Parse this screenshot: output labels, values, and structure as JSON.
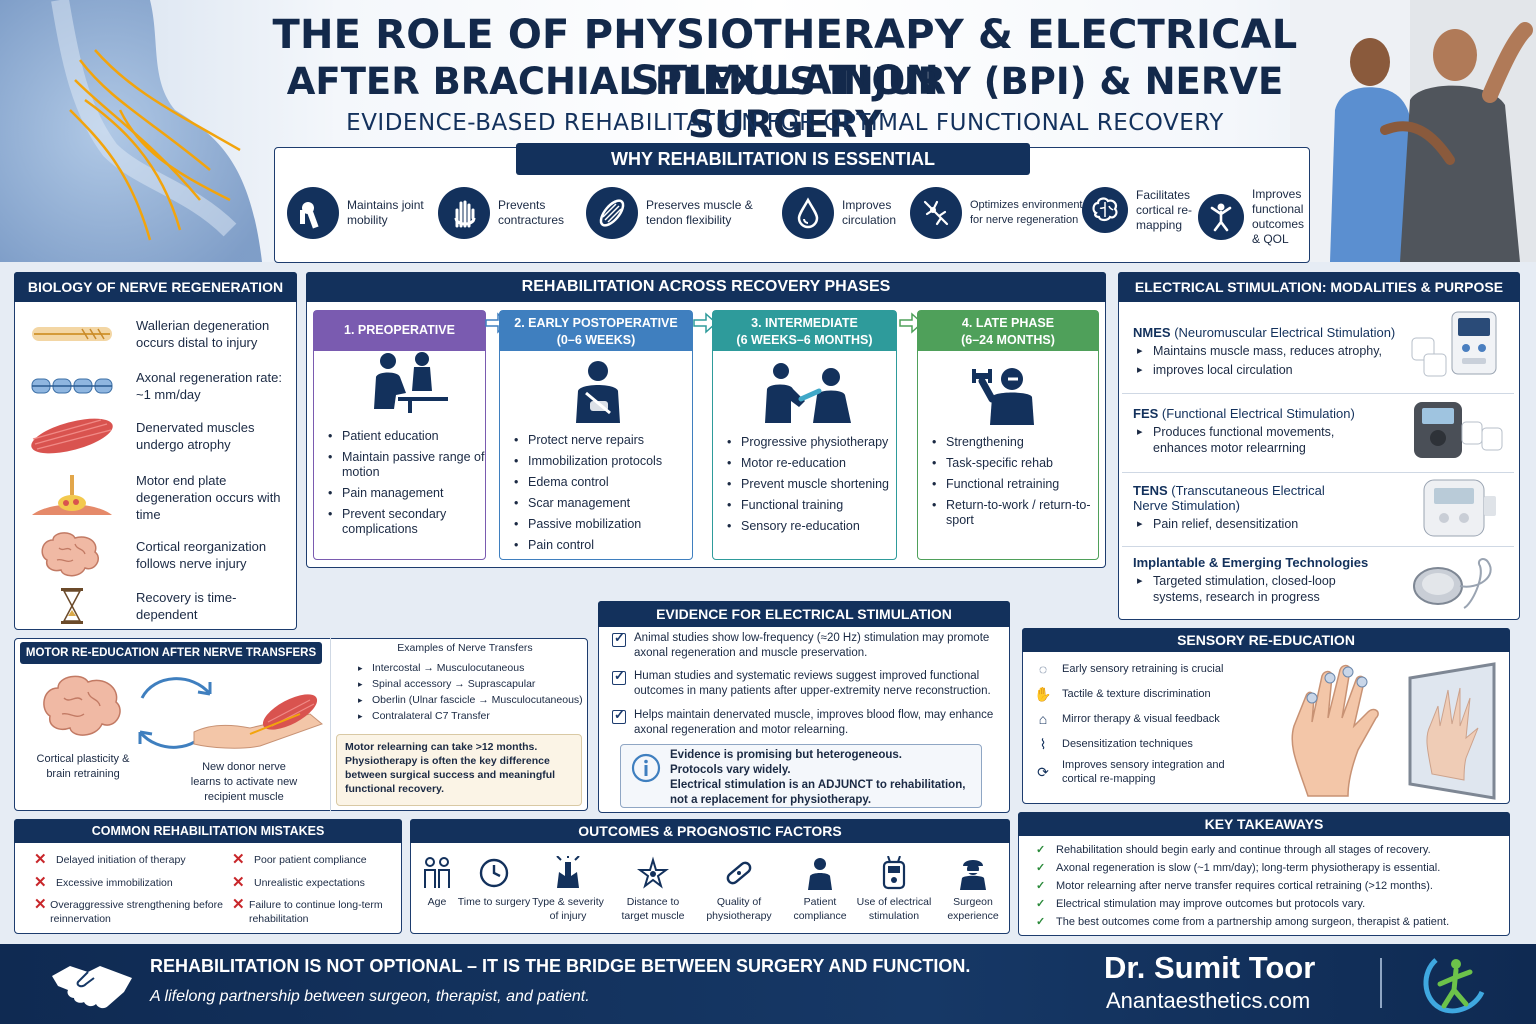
{
  "header": {
    "title_line1": "THE ROLE OF PHYSIOTHERAPY & ELECTRICAL STIMULATION",
    "title_line2": "AFTER BRACHIAL PLEXUS INJURY (BPI) & NERVE SURGERY",
    "subtitle": "EVIDENCE-BASED REHABILITATION FOR OPTIMAL FUNCTIONAL RECOVERY"
  },
  "why": {
    "title": "WHY REHABILITATION IS ESSENTIAL",
    "items": [
      {
        "icon": "joint-icon",
        "label": "Maintains joint mobility"
      },
      {
        "icon": "hand-icon",
        "label": "Prevents contractures"
      },
      {
        "icon": "muscle-icon",
        "label": "Preserves muscle & tendon flexibility"
      },
      {
        "icon": "drop-icon",
        "label": "Improves circulation"
      },
      {
        "icon": "neuron-icon",
        "label": "Optimizes environment for nerve regeneration"
      },
      {
        "icon": "brain-icon",
        "label": "Facilitates cortical re-mapping"
      },
      {
        "icon": "person-icon",
        "label": "Improves functional outcomes & QOL"
      }
    ]
  },
  "biology": {
    "title": "BIOLOGY OF NERVE REGENERATION",
    "items": [
      "Wallerian degeneration occurs distal to injury",
      "Axonal regeneration rate: ~1 mm/day",
      "Denervated muscles undergo atrophy",
      "Motor end plate degeneration occurs with time",
      "Cortical reorganization follows nerve injury",
      "Recovery is time-dependent"
    ]
  },
  "phases": {
    "title": "REHABILITATION ACROSS RECOVERY PHASES",
    "items": [
      {
        "label": "1. PREOPERATIVE",
        "sub": "",
        "color": "#7a5bb0",
        "bullets": [
          "Patient education",
          "Maintain passive range of motion",
          "Pain management",
          "Prevent secondary complications"
        ]
      },
      {
        "label": "2. EARLY POSTOPERATIVE",
        "sub": "(0–6 WEEKS)",
        "color": "#3f7fbf",
        "bullets": [
          "Protect nerve repairs",
          "Immobilization protocols",
          "Edema control",
          "Scar management",
          "Passive mobilization",
          "Pain control"
        ]
      },
      {
        "label": "3. INTERMEDIATE",
        "sub": "(6 WEEKS–6 MONTHS)",
        "color": "#2e9b9b",
        "bullets": [
          "Progressive physiotherapy",
          "Motor re-education",
          "Prevent muscle shortening",
          "Functional training",
          "Sensory re-education"
        ]
      },
      {
        "label": "4. LATE PHASE",
        "sub": "(6–24 MONTHS)",
        "color": "#4fa05a",
        "bullets": [
          "Strengthening",
          "Task-specific rehab",
          "Functional retraining",
          "Return-to-work / return-to-sport"
        ]
      }
    ]
  },
  "estim": {
    "title": "ELECTRICAL STIMULATION: MODALITIES & PURPOSE",
    "items": [
      {
        "name": "NMES",
        "full": "(Neuromuscular Electrical Stimulation)",
        "bullets": [
          "Maintains muscle mass, reduces atrophy,",
          "improves local circulation"
        ]
      },
      {
        "name": "FES",
        "full": "(Functional Electrical Stimulation)",
        "bullets": [
          "Produces functional movements, enhances motor relearrning"
        ]
      },
      {
        "name": "TENS",
        "full": "(Transcutaneous Electrical Nerve Stimulation)",
        "bullets": [
          "Pain relief, desensitization"
        ]
      },
      {
        "name": "Implantable & Emerging Technologies",
        "full": "",
        "bullets": [
          "Targeted stimulation, closed-loop systems, research in progress"
        ]
      }
    ]
  },
  "motor": {
    "title": "MOTOR RE-EDUCATION AFTER NERVE TRANSFERS",
    "left_caption": "Cortical plasticity & brain retraining",
    "right_caption": "New donor nerve learns to activate new recipient muscle",
    "examples_title": "Examples of Nerve Transfers",
    "examples": [
      "Intercostal → Musculocutaneous",
      "Spinal accessory → Suprascapular",
      "Oberlin (Ulnar fascicle → Musculocutaneous)",
      "Contralateral C7 Transfer"
    ],
    "note": "Motor relearning can take >12 months. Physiotherapy is often the key difference between surgical success and meaningful functional recovery."
  },
  "evidence": {
    "title": "EVIDENCE FOR ELECTRICAL STIMULATION",
    "items": [
      "Animal studies show low-frequency (≈20 Hz) stimulation may promote axonal regeneration and muscle preservation.",
      "Human studies and systematic reviews suggest improved functional outcomes in many patients after upper-extremity nerve reconstruction.",
      "Helps maintain denervated muscle, improves blood flow, may enhance axonal regeneration and motor relearning."
    ],
    "note_lines": [
      "Evidence is promising but heterogeneous.",
      "Protocols vary widely.",
      "Electrical stimulation is an ADJUNCT to rehabilitation,",
      "not a replacement for physiotherapy."
    ]
  },
  "sensory": {
    "title": "SENSORY RE-EDUCATION",
    "items": [
      "Early sensory retraining is crucial",
      "Tactile & texture discrimination",
      "Mirror therapy & visual feedback",
      "Desensitization techniques",
      "Improves sensory integration and cortical re-mapping"
    ]
  },
  "mistakes": {
    "title": "COMMON REHABILITATION MISTAKES",
    "left": [
      "Delayed initiation of therapy",
      "Excessive immobilization",
      "Overaggressive strengthening before reinnervation"
    ],
    "right": [
      "Poor patient compliance",
      "Unrealistic expectations",
      "Failure to continue long-term rehabilitation"
    ]
  },
  "outcomes": {
    "title": "OUTCOMES & PROGNOSTIC FACTORS",
    "items": [
      "Age",
      "Time to surgery",
      "Type & severity of injury",
      "Distance to target muscle",
      "Quality of physiotherapy",
      "Patient compliance",
      "Use of electrical stimulation",
      "Surgeon experience"
    ]
  },
  "takeaways": {
    "title": "KEY TAKEAWAYS",
    "items": [
      "Rehabilitation should begin early and continue through all stages of recovery.",
      "Axonal regeneration is slow (~1 mm/day); long-term physiotherapy is essential.",
      "Motor relearning after nerve transfer requires cortical retraining (>12 months).",
      "Electrical stimulation may improve outcomes but protocols vary.",
      "The best outcomes come from a partnership among surgeon, therapist & patient."
    ]
  },
  "footer": {
    "headline": "REHABILITATION IS NOT OPTIONAL – IT IS THE BRIDGE BETWEEN SURGERY AND FUNCTION.",
    "tagline": "A lifelong partnership between surgeon, therapist, and patient.",
    "author": "Dr. Sumit Toor",
    "website": "Anantaesthetics.com"
  },
  "colors": {
    "navy": "#13315c",
    "accent_red": "#c8262a",
    "accent_green": "#2a8a3a"
  }
}
